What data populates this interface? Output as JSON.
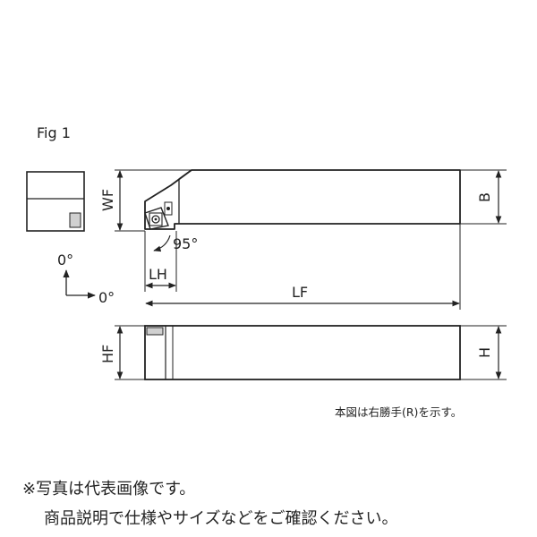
{
  "figure": {
    "title": "Fig 1",
    "dimensions": {
      "wf": "WF",
      "b": "B",
      "lh": "LH",
      "lf": "LF",
      "hf": "HF",
      "h": "H"
    },
    "approach_angle": "95°",
    "axis_vertical": "0°",
    "axis_horizontal": "0°"
  },
  "notes": {
    "handedness": "本図は右勝手(R)を示す。",
    "photo": "※写真は代表画像です。",
    "spec": "商品説明で仕様やサイズなどをご確認ください。"
  },
  "colors": {
    "line": "#222222",
    "fill": "#ffffff",
    "shade": "#d0d0d0"
  }
}
